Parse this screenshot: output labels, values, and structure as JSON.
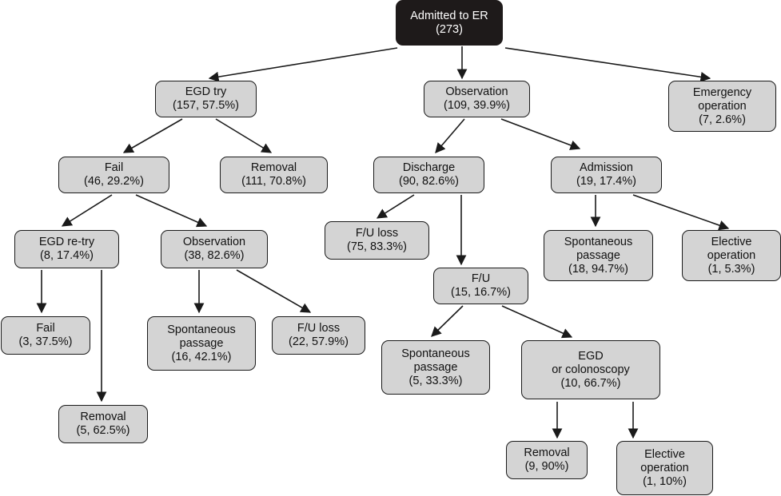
{
  "colors": {
    "node_fill": "#d4d4d4",
    "root_fill": "#1e1a1a",
    "edge": "#1a1a1a",
    "root_text": "#ffffff"
  },
  "nodes": {
    "root": [
      "Admitted to ER",
      "(273)"
    ],
    "egd_try": [
      "EGD try",
      "(157, 57.5%)"
    ],
    "observation_top": [
      "Observation",
      "(109, 39.9%)"
    ],
    "emergency_operation": [
      "Emergency",
      "operation",
      "(7, 2.6%)"
    ],
    "fail_1": [
      "Fail",
      "(46, 29.2%)"
    ],
    "removal_1": [
      "Removal",
      "(111, 70.8%)"
    ],
    "discharge": [
      "Discharge",
      "(90, 82.6%)"
    ],
    "admission": [
      "Admission",
      "(19, 17.4%)"
    ],
    "egd_retry": [
      "EGD re-try",
      "(8, 17.4%)"
    ],
    "observation_2": [
      "Observation",
      "(38, 82.6%)"
    ],
    "fu_loss_1": [
      "F/U loss",
      "(75, 83.3%)"
    ],
    "spont_adm": [
      "Spontaneous",
      "passage",
      "(18, 94.7%)"
    ],
    "elective_adm": [
      "Elective",
      "operation",
      "(1, 5.3%)"
    ],
    "fu": [
      "F/U",
      "(15, 16.7%)"
    ],
    "fail_2": [
      "Fail",
      "(3, 37.5%)"
    ],
    "spont_obs": [
      "Spontaneous",
      "passage",
      "(16, 42.1%)"
    ],
    "fu_loss_2": [
      "F/U loss",
      "(22, 57.9%)"
    ],
    "spont_fu": [
      "Spontaneous",
      "passage",
      "(5, 33.3%)"
    ],
    "egd_colon": [
      "EGD",
      "or colonoscopy",
      "(10, 66.7%)"
    ],
    "removal_2": [
      "Removal",
      "(5, 62.5%)"
    ],
    "removal_3": [
      "Removal",
      "(9, 90%)"
    ],
    "elective_fu": [
      "Elective",
      "operation",
      "(1, 10%)"
    ]
  }
}
